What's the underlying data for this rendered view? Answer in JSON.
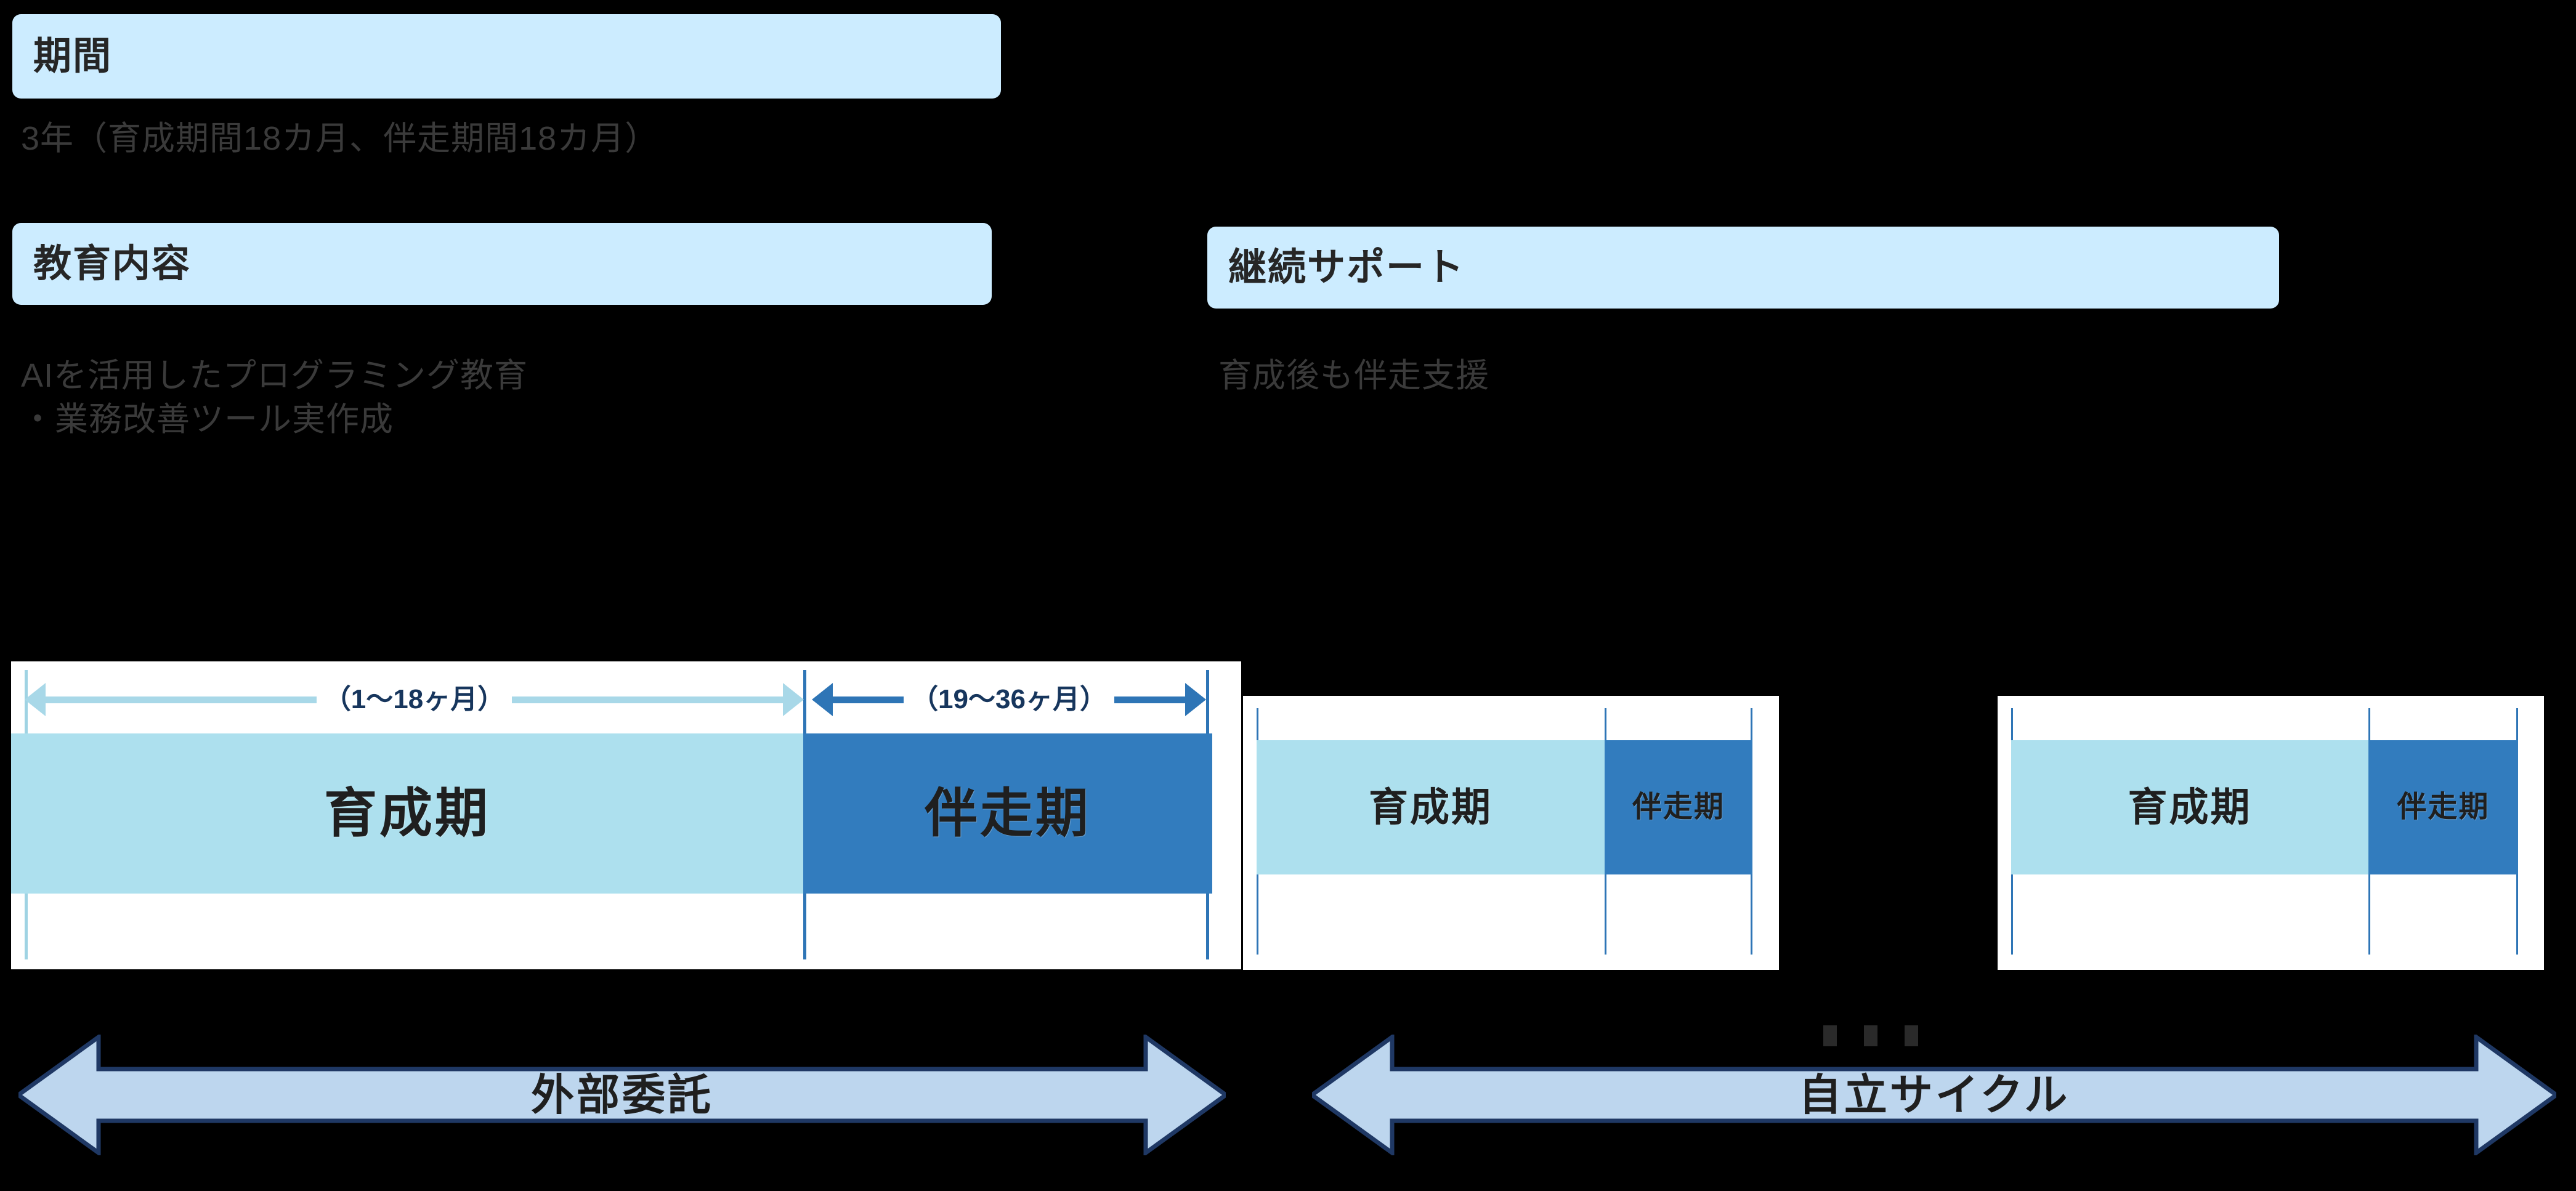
{
  "sections": [
    {
      "id": "kikan",
      "title": "期間",
      "body": "3年（育成期間18カ月、伴走期間18カ月）"
    },
    {
      "id": "kyoiku",
      "title": "教育内容",
      "body": "AIを活用したプログラミング教育\n・業務改善ツール実作成"
    },
    {
      "id": "support",
      "title": "継続サポート",
      "body": "育成後も伴走支援"
    }
  ],
  "timeline": {
    "cycles": [
      {
        "id": "cycle-1",
        "size": "large",
        "phases": [
          {
            "label": "育成期",
            "tone": "light",
            "measure": "（1〜18ヶ月）"
          },
          {
            "label": "伴走期",
            "tone": "dark",
            "measure": "（19〜36ヶ月）"
          }
        ]
      },
      {
        "id": "cycle-2",
        "size": "small",
        "phases": [
          {
            "label": "育成期",
            "tone": "light"
          },
          {
            "label": "伴走期",
            "tone": "dark"
          }
        ]
      },
      {
        "id": "cycle-3",
        "size": "small",
        "phases": [
          {
            "label": "育成期",
            "tone": "light"
          },
          {
            "label": "伴走期",
            "tone": "dark"
          }
        ]
      }
    ],
    "ellipsis": "・・・"
  },
  "bottom_arrows": [
    {
      "id": "gaibu",
      "label": "外部委託"
    },
    {
      "id": "jiritsu",
      "label": "自立サイクル"
    }
  ],
  "colors": {
    "header_pill": "#CCECFF",
    "band_light": "#ADE0EE",
    "band_dark": "#327CBE",
    "measure_light": "#A8D8E8",
    "measure_dark": "#2E75B6",
    "arrow_fill": "#BDD6EE",
    "arrow_stroke": "#1F3864",
    "body_text": "#3A3A3A",
    "background": "#000000"
  }
}
